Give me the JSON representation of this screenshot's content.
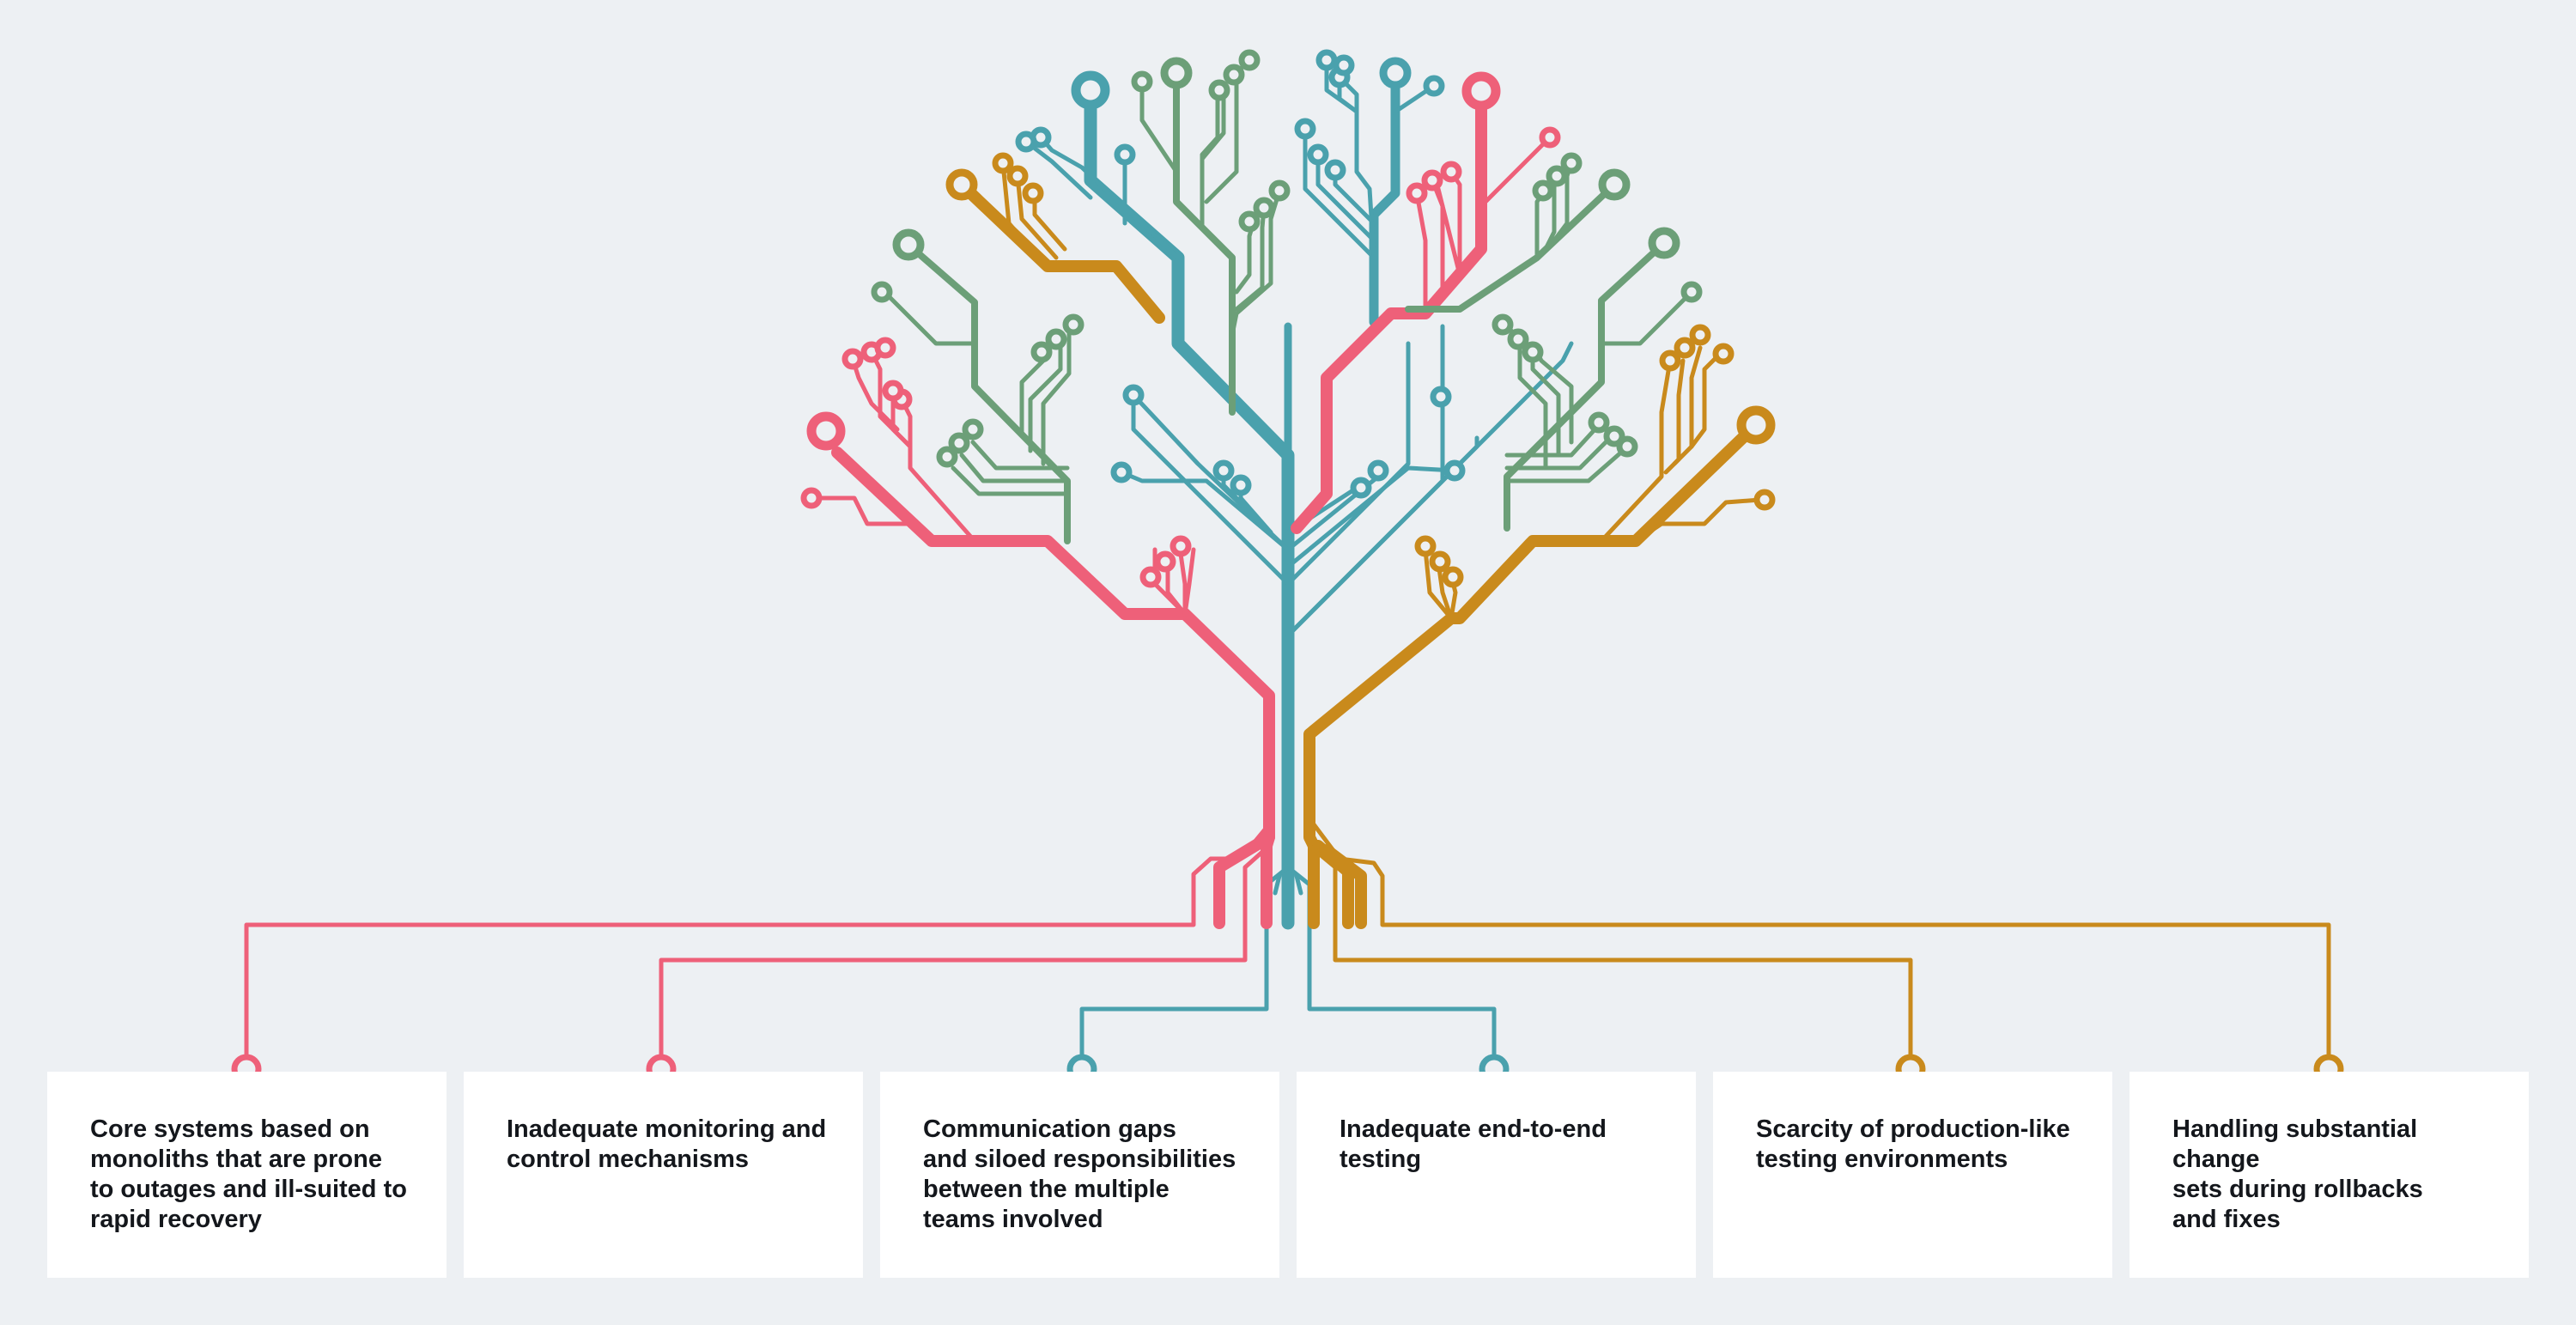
{
  "colors": {
    "background": "#edf0f3",
    "pink": "#ee6079",
    "teal": "#4aa1ad",
    "gold": "#c98a1c",
    "green": "#6c9f78",
    "card_text": "#14171c"
  },
  "cards": [
    {
      "text": "Core systems based on\nmonoliths that are prone\nto outages and ill-suited to\nrapid recovery",
      "color": "pink"
    },
    {
      "text": "Inadequate monitoring and\ncontrol mechanisms",
      "color": "pink"
    },
    {
      "text": "Communication gaps\nand siloed responsibilities\nbetween the multiple\nteams involved",
      "color": "teal"
    },
    {
      "text": "Inadequate end-to-end\ntesting",
      "color": "teal"
    },
    {
      "text": "Scarcity of production-like\ntesting environments",
      "color": "gold"
    },
    {
      "text": "Handling substantial change\nsets during rollbacks\nand fixes",
      "color": "gold"
    }
  ]
}
